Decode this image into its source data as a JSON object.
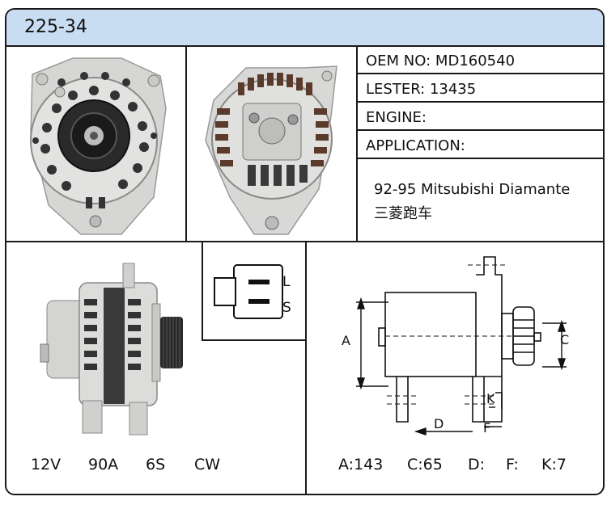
{
  "part_number": "225-34",
  "info": {
    "oem_label": "OEM NO:",
    "oem_value": "MD160540",
    "lester_label": "LESTER:",
    "lester_value": "13435",
    "engine_label": "ENGINE:",
    "application_label": "APPLICATION:",
    "application_line1": "92-95 Mitsubishi Diamante",
    "application_line2": "三菱跑车"
  },
  "connector": {
    "pin_top": "L",
    "pin_bottom": "S"
  },
  "specs": {
    "voltage": "12V",
    "amperage": "90A",
    "pulley": "6S",
    "rotation": "CW"
  },
  "dimensions_labels": {
    "a": "A:143",
    "c": "C:65",
    "d": "D:",
    "f": "F:",
    "k": "K:7"
  },
  "diagram_letters": {
    "a": "A",
    "c": "C",
    "d": "D",
    "f": "F",
    "k": "K"
  },
  "colors": {
    "header_bg": "#c8dcf2",
    "border": "#1a1a1a"
  }
}
